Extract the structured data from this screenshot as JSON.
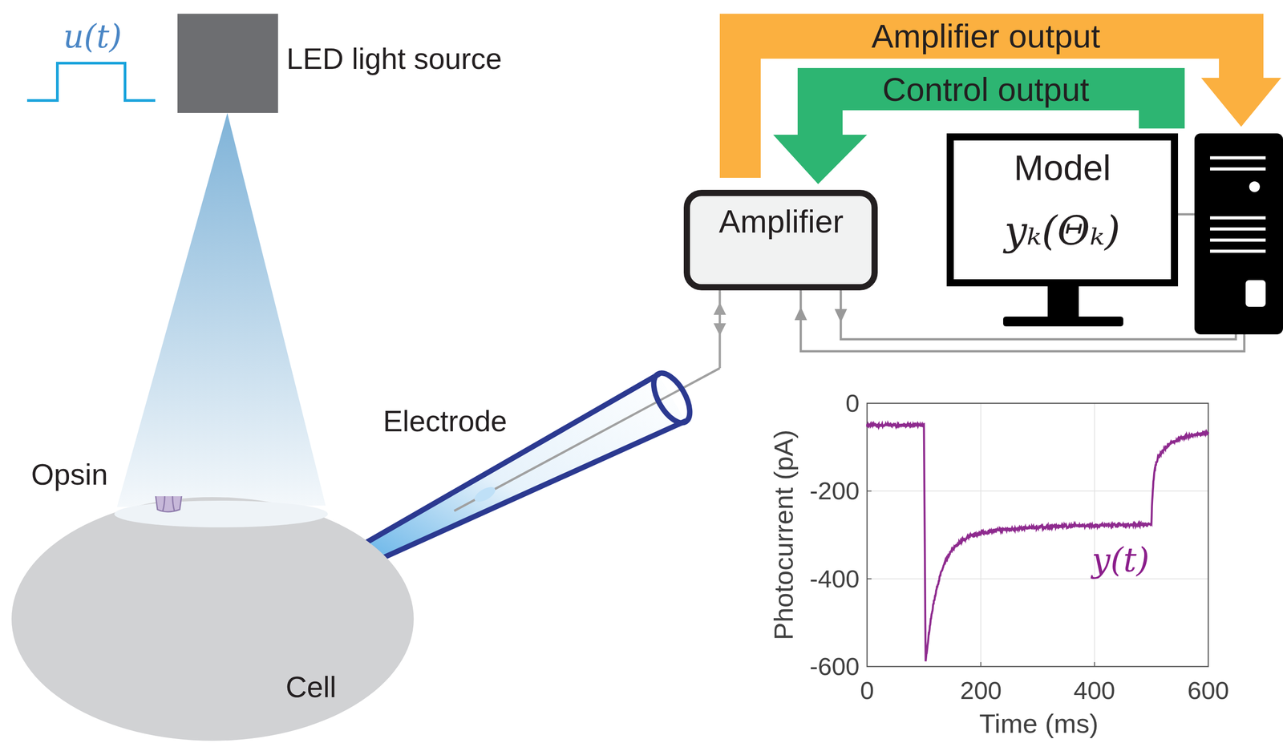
{
  "diagram": {
    "nodes": [
      {
        "text": [
          "LED light source"
        ]
      },
      {
        "text": [
          "Cell"
        ]
      },
      {
        "text": [
          "Amplifier"
        ]
      },
      {
        "text": [
          "Model",
          "yₖ(Θₖ)"
        ]
      }
    ],
    "labels": [
      "u(t)",
      "Opsin",
      "Electrode",
      "Amplifier output",
      "Control output",
      "0",
      "-200",
      "-400",
      "-600",
      "0",
      "200",
      "400",
      "600",
      "Photocurrent (pA)",
      "Time (ms)",
      "y(t)"
    ]
  }
}
